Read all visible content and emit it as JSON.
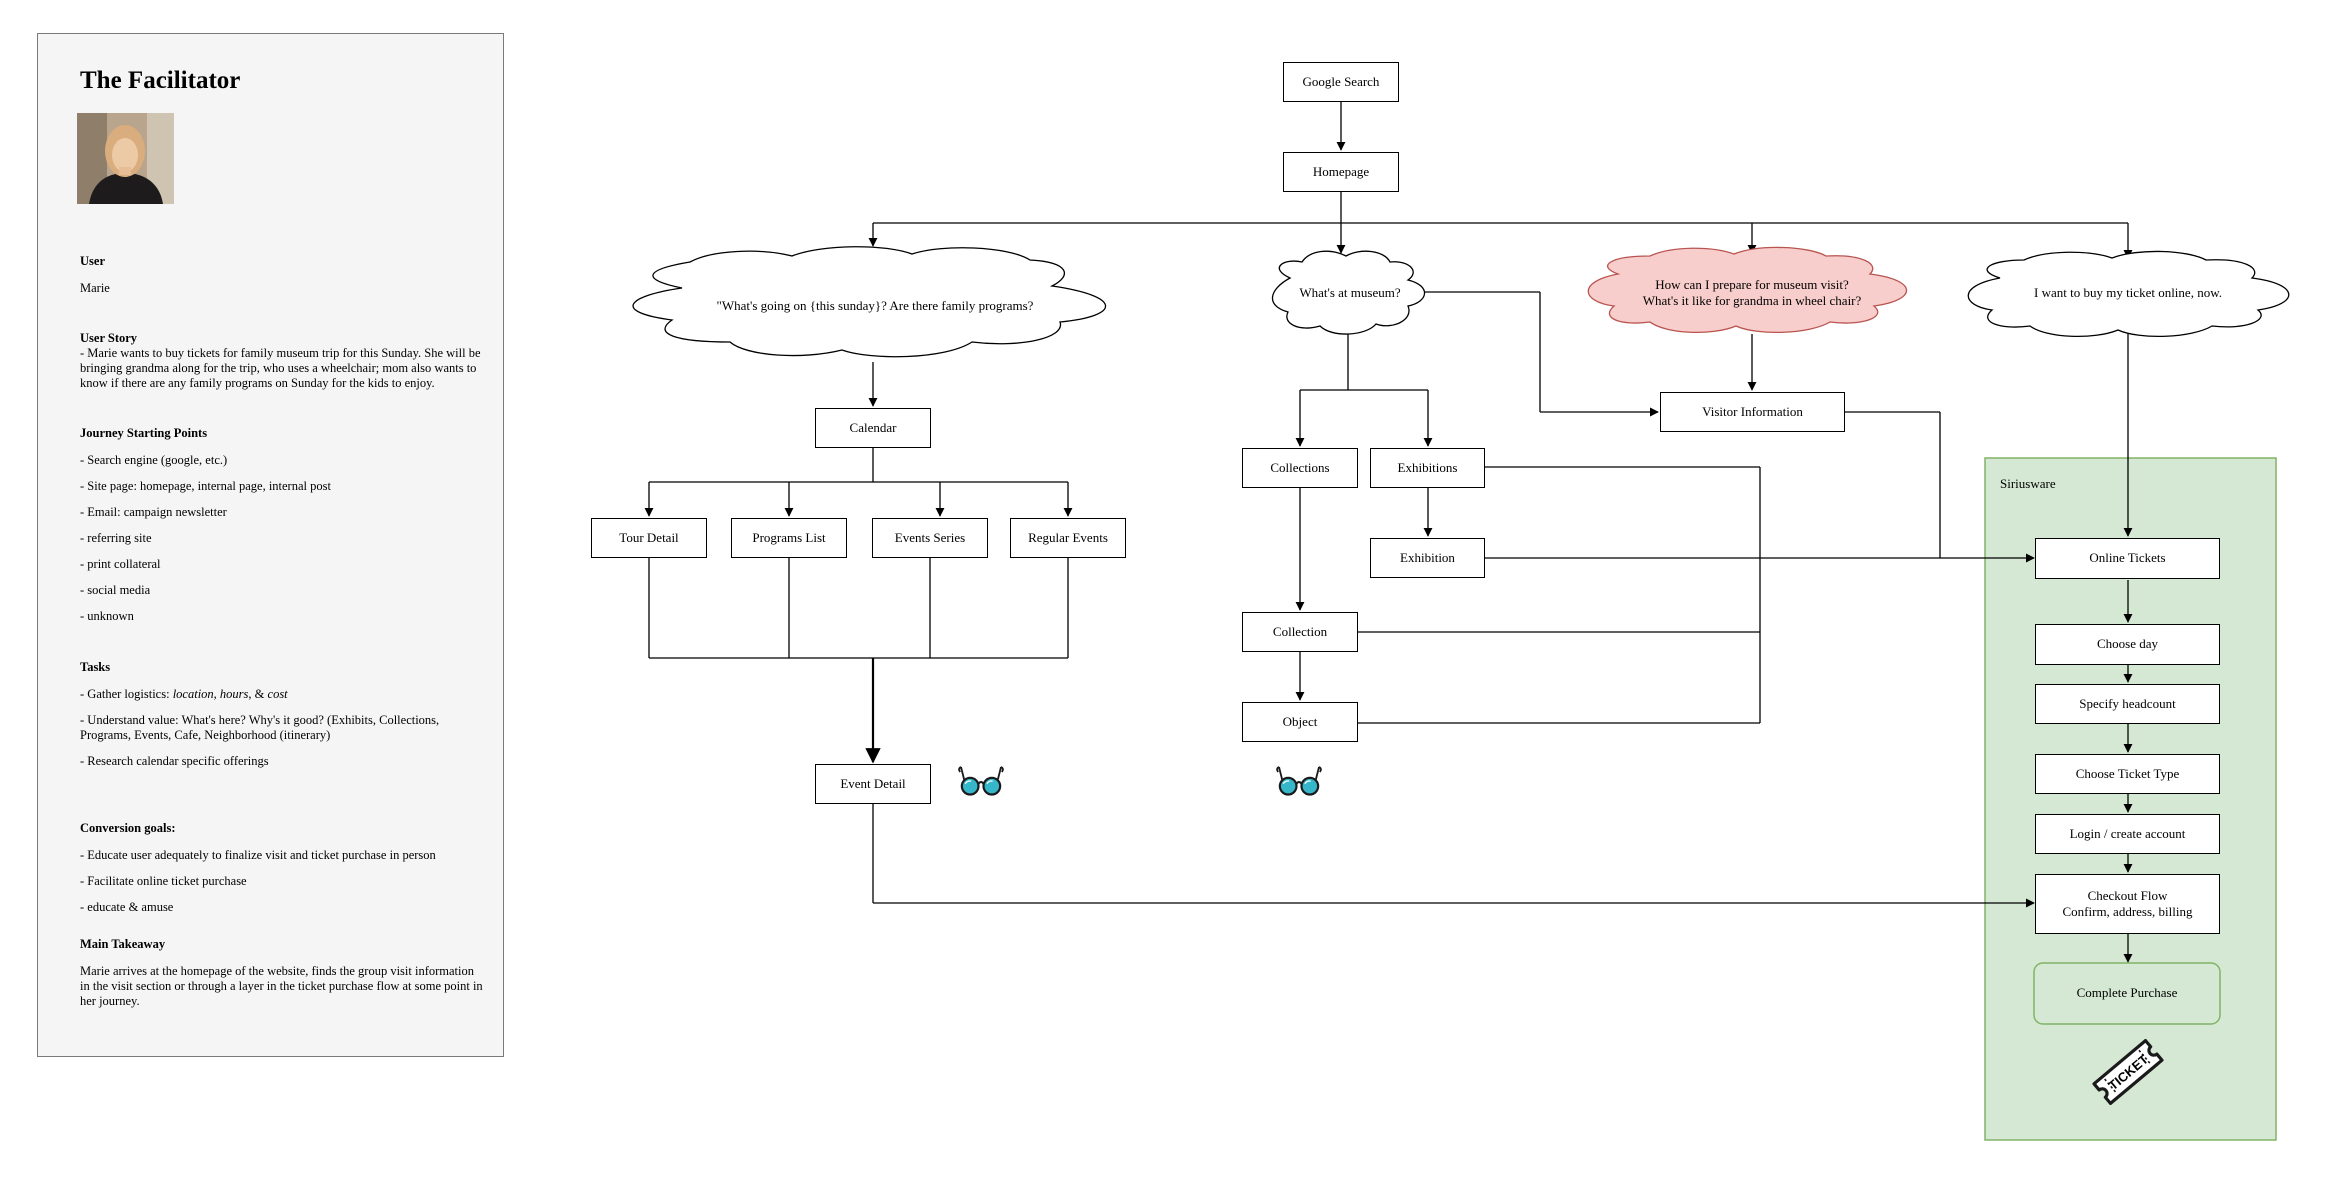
{
  "persona": {
    "title": "The Facilitator",
    "user_heading": "User",
    "user_name": "Marie",
    "story_heading": "User Story",
    "story_text": "- Marie wants to buy tickets for family museum trip for this Sunday. She will be bringing grandma along for the trip, who uses a wheelchair; mom also wants to know if there are any family programs on Sunday for the kids to enjoy.",
    "journey_heading": "Journey Starting Points",
    "journey_items": [
      "- Search engine (google, etc.)",
      "- Site page: homepage, internal page, internal post",
      "- Email: campaign newsletter",
      "- referring site",
      "- print collateral",
      "- social media",
      "- unknown"
    ],
    "tasks_heading": "Tasks",
    "task_1_prefix": "- Gather logistics: ",
    "task_1_location": "location",
    "task_1_sep1": ", ",
    "task_1_hours": "hours",
    "task_1_sep2": ", & ",
    "task_1_cost": "cost",
    "task_2": "- Understand value: What's here? Why's it good? (Exhibits, Collections, Programs, Events, Cafe, Neighborhood (itinerary)",
    "task_3": "- Research calendar specific offerings",
    "goals_heading": "Conversion goals:",
    "goals": [
      "- Educate user adequately to finalize visit and ticket purchase in person",
      "- Facilitate online ticket purchase",
      "- educate & amuse"
    ],
    "takeaway_heading": "Main Takeaway",
    "takeaway_text": "Marie arrives at the homepage of the website, finds the group visit information in the visit section or through a layer in the ticket purchase flow at some point in her journey."
  },
  "nodes": {
    "google_search": "Google Search",
    "homepage": "Homepage",
    "calendar": "Calendar",
    "tour_detail": "Tour Detail",
    "programs_list": "Programs List",
    "events_series": "Events Series",
    "regular_events": "Regular Events",
    "event_detail": "Event Detail",
    "collections": "Collections",
    "exhibitions": "Exhibitions",
    "exhibition": "Exhibition",
    "collection": "Collection",
    "object": "Object",
    "visitor_information": "Visitor Information",
    "online_tickets": "Online Tickets",
    "choose_day": "Choose day",
    "specify_headcount": "Specify headcount",
    "choose_ticket_type": "Choose Ticket Type",
    "login_create": "Login / create account",
    "checkout_line1": "Checkout Flow",
    "checkout_line2": "Confirm, address, billing",
    "complete_purchase": "Complete Purchase"
  },
  "clouds": {
    "whats_going_on": "\"What's going on {this sunday}? Are there family programs?",
    "whats_at_museum": "What's at museum?",
    "prepare_line1": "How can I prepare for museum visit?",
    "prepare_line2": "What's it like for grandma in wheel chair?",
    "buy_online": "I want to buy my ticket online, now."
  },
  "group": {
    "label": "Siriusware"
  },
  "icons": {
    "ticket_text": "TICKET"
  },
  "colors": {
    "panel_bg": "#f5f5f5",
    "group_bg": "#d5e8d4",
    "group_border": "#82b366",
    "highlight_cloud_bg": "#f8cecc",
    "highlight_cloud_border": "#b85450",
    "lens": "#36b6c9"
  }
}
